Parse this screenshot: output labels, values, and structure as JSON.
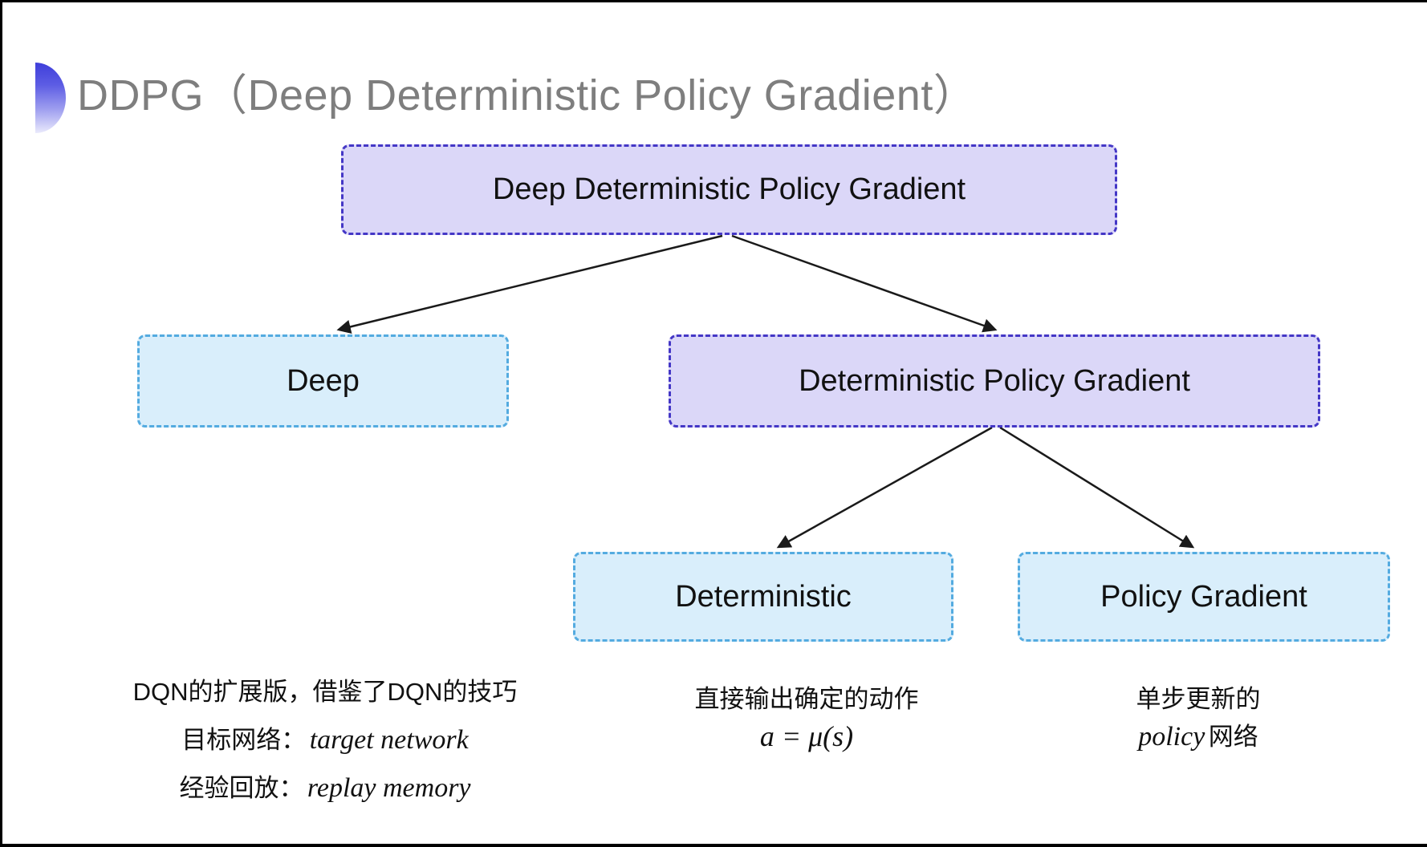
{
  "slide": {
    "title": "DDPG（Deep Deterministic Policy Gradient）"
  },
  "diagram": {
    "nodes": [
      {
        "id": "ddpg",
        "label": "Deep Deterministic Policy Gradient",
        "variant": "lavender"
      },
      {
        "id": "deep",
        "label": "Deep",
        "variant": "cyan"
      },
      {
        "id": "dpg",
        "label": "Deterministic Policy Gradient",
        "variant": "lavender"
      },
      {
        "id": "deterministic",
        "label": "Deterministic",
        "variant": "cyan"
      },
      {
        "id": "policy_gradient",
        "label": "Policy Gradient",
        "variant": "cyan"
      }
    ],
    "edges": [
      {
        "from": "ddpg",
        "to": "deep"
      },
      {
        "from": "ddpg",
        "to": "dpg"
      },
      {
        "from": "dpg",
        "to": "deterministic"
      },
      {
        "from": "dpg",
        "to": "policy_gradient"
      }
    ]
  },
  "annotations": {
    "deep_notes": {
      "line1": "DQN的扩展版，借鉴了DQN的技巧",
      "line2_label": "目标网络：",
      "line2_term": "target network",
      "line3_label": "经验回放：",
      "line3_term": "replay memory"
    },
    "deterministic_notes": {
      "line1": "直接输出确定的动作",
      "formula": "a = μ(s)"
    },
    "policy_gradient_notes": {
      "line1": "单步更新的",
      "term": "policy",
      "line2_rest": "网络"
    }
  },
  "colors": {
    "lavender_fill": "#dbd7f8",
    "lavender_border": "#4437c6",
    "cyan_fill": "#d9eefb",
    "cyan_border": "#54abe0",
    "title_text": "#7e7e7e",
    "node_text": "#111111",
    "arrow": "#1a1a1a",
    "bullet_gradient_top": "#3e3eda",
    "bullet_gradient_bottom": "#eaeafc"
  }
}
